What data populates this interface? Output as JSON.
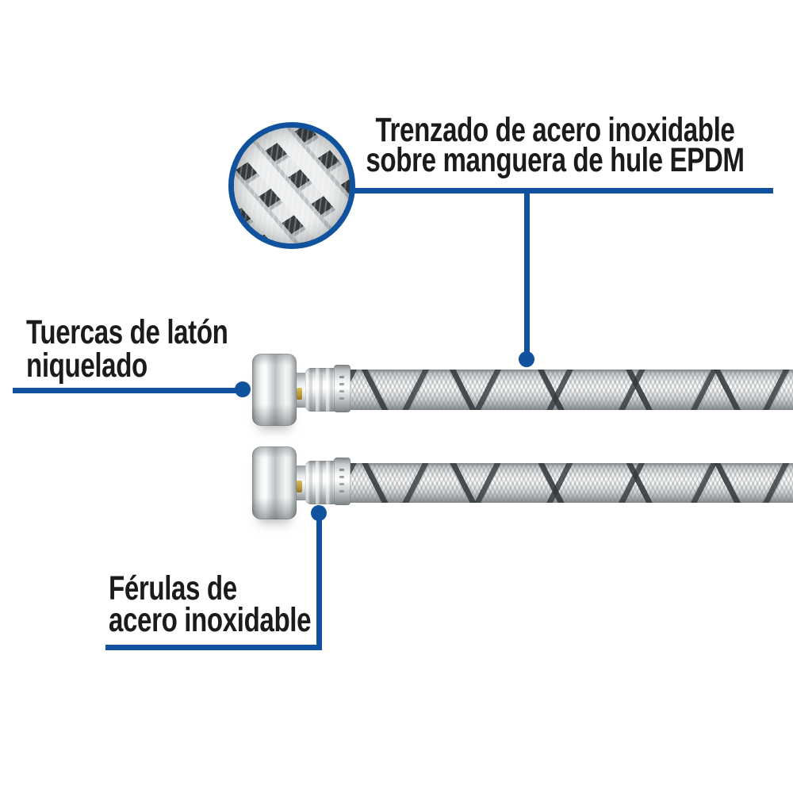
{
  "colors": {
    "accent": "#10529e",
    "text": "#1b1b1b",
    "braid_dark": "#3c4246",
    "metal_light": "#f4f5f6"
  },
  "callouts": {
    "braid": {
      "line1": "Trenzado de acero inoxidable",
      "line2": "sobre manguera de hule EPDM"
    },
    "nuts": {
      "line1": "Tuercas de latón",
      "line2": "niquelado"
    },
    "ferrules": {
      "line1": "Férulas de",
      "line2": "acero inoxidable"
    }
  },
  "hoses": {
    "count": 2
  }
}
